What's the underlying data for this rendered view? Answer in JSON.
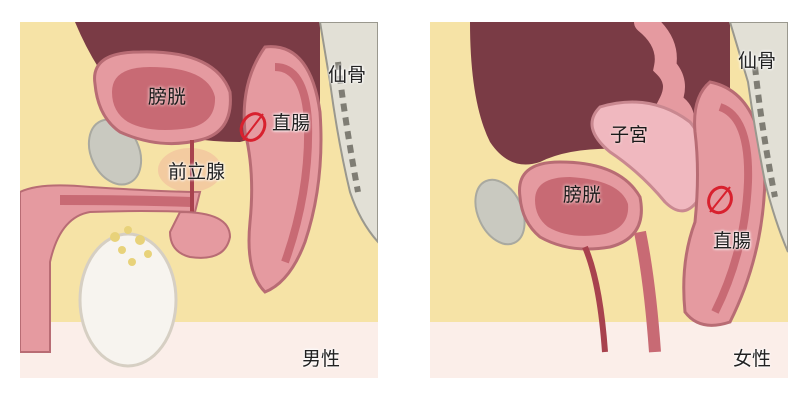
{
  "panels": {
    "male": {
      "caption": "男性",
      "labels": {
        "bladder": "膀胱",
        "rectum": "直腸",
        "prostate": "前立腺",
        "sacrum": "仙骨"
      }
    },
    "female": {
      "caption": "女性",
      "labels": {
        "sacrum": "仙骨",
        "uterus": "子宮",
        "bladder": "膀胱",
        "rectum": "直腸"
      }
    }
  },
  "colors": {
    "muscle": "#e59aa0",
    "lumen": "#c86a74",
    "cavity": "#7a3b45",
    "fat": "#f6e3a6",
    "skin": "#fbeee9",
    "bone": "#c9c9c0",
    "marker": "#d8212e"
  }
}
